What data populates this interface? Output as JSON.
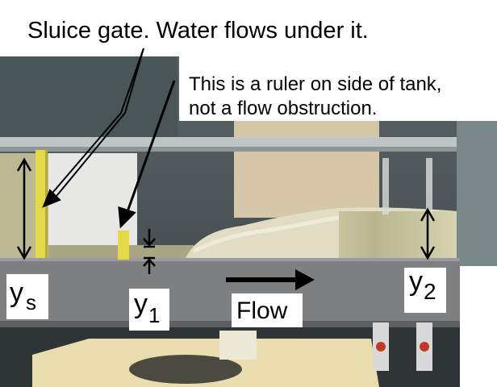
{
  "captions": {
    "gate": "Sluice gate. Water flows under it.",
    "ruler_line1": "This is a ruler on side of tank,",
    "ruler_line2": "not a flow obstruction."
  },
  "labels": {
    "ys_base": "y",
    "ys_sub": "s",
    "y1_base": "y",
    "y1_sub": "1",
    "y2_base": "y",
    "y2_sub": "2",
    "flow": "Flow"
  },
  "colors": {
    "tank_floor": "#7d7f80",
    "water": "#c9c6a0",
    "ruler_yellow": "#e2d84a",
    "background_dark": "#3f4a4c",
    "cabinet": "#e9dcae"
  }
}
